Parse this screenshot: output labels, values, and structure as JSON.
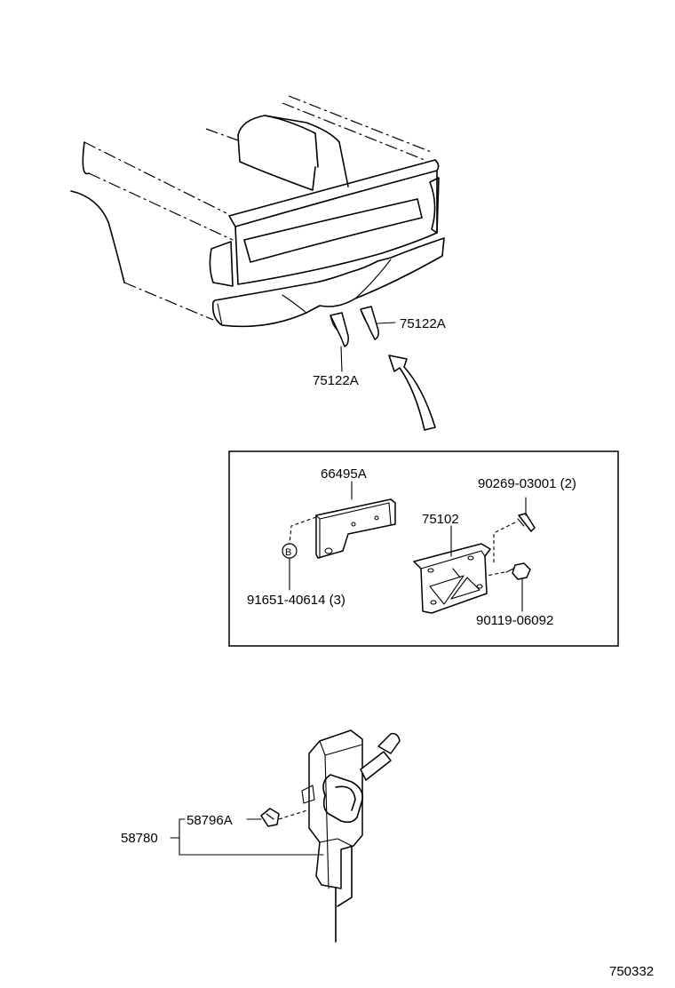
{
  "diagram": {
    "callouts": {
      "bumper_strip_right": "75122A",
      "bumper_strip_left": "75122A",
      "bracket": "66495A",
      "screw": "90269-03001 (2)",
      "plate_bracket": "75102",
      "clip": "91651-40614 (3)",
      "clip_marker": "B",
      "bolt": "90119-06092",
      "hitch_clip": "58796A",
      "hitch_assembly": "58780"
    },
    "page_code": "750332"
  }
}
